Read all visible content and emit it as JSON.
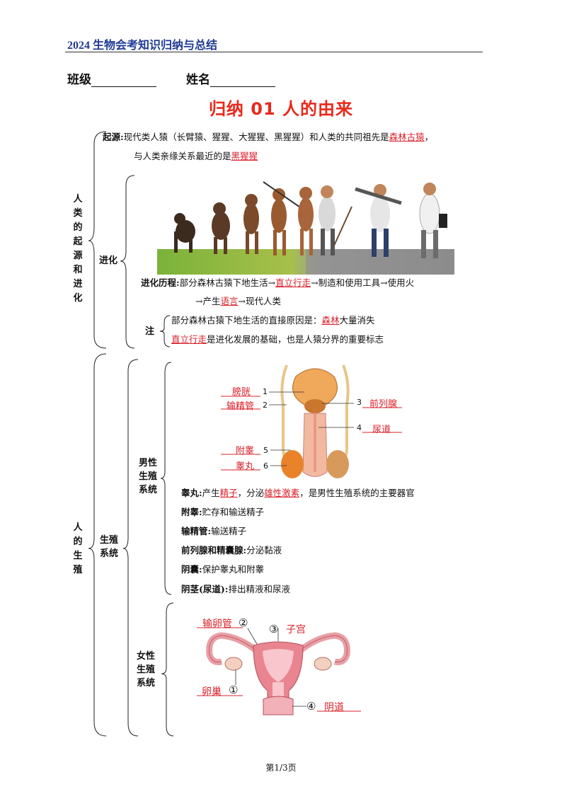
{
  "header": {
    "title": "2024 生物会考知识归纳与总结"
  },
  "student": {
    "class_label": "班级",
    "name_label": "姓名"
  },
  "title": "归纳 01    人的由来",
  "origin_section": {
    "label": "人类的起源和进化",
    "origin": {
      "label": "起源:",
      "line1_pre": "现代类人猿（长臂猿、猩猩、大猩猩、黑猩猩）和人类的共同祖先是",
      "line1_hl": "森林古猿",
      "line1_post": "，",
      "line2_pre": "与人类亲缘关系最近的是",
      "line2_hl": "黑猩猩"
    },
    "evolution": {
      "label": "进化",
      "process_label": "进化历程:",
      "process_pre": "部分森林古猿下地生活→",
      "process_hl1": "直立行走",
      "process_mid": "→制造和使用工具→使用火",
      "process2_pre": "→产生",
      "process2_hl": "语言",
      "process2_post": "→现代人类",
      "note_label": "注",
      "note1_pre": "部分森林古猿下地生活的直接原因是：",
      "note1_hl": "森林",
      "note1_post": "大量消失",
      "note2_hl": "直立行走",
      "note2_post": "是进化发展的基础，也是人猿分界的重要标志"
    }
  },
  "reproduction_section": {
    "label": "人的生殖",
    "system_label": "生殖系统",
    "male": {
      "label": "男性生殖系统",
      "diagram_labels": [
        "膀胱",
        "输精管",
        "前列腺",
        "尿道",
        "附睾",
        "睾丸"
      ],
      "diagram_numbers": [
        "1",
        "2",
        "3",
        "4",
        "5",
        "6"
      ],
      "testis_label": "睾丸:",
      "testis_pre": "产生",
      "testis_hl1": "精子",
      "testis_mid": "，分泌",
      "testis_hl2": "雄性激素",
      "testis_post": "，是男性生殖系统的主要器官",
      "epididymis_label": "附睾:",
      "epididymis_text": "贮存和输送精子",
      "vas_label": "输精管:",
      "vas_text": "输送精子",
      "prostate_label": "前列腺和精囊腺:",
      "prostate_text": "分泌黏液",
      "scrotum_label": "阴囊:",
      "scrotum_text": "保护睾丸和附睾",
      "penis_label": "阴茎(尿道):",
      "penis_text": "排出精液和尿液"
    },
    "female": {
      "label": "女性生殖系统",
      "diagram_labels": [
        "输卵管",
        "子宫",
        "卵巢",
        "阴道"
      ],
      "diagram_numbers": [
        "②",
        "③",
        "①",
        "④"
      ]
    }
  },
  "footer": "第1/3页",
  "colors": {
    "header": "#1f3a93",
    "title": "#e8291c",
    "highlight": "#d8202a"
  }
}
